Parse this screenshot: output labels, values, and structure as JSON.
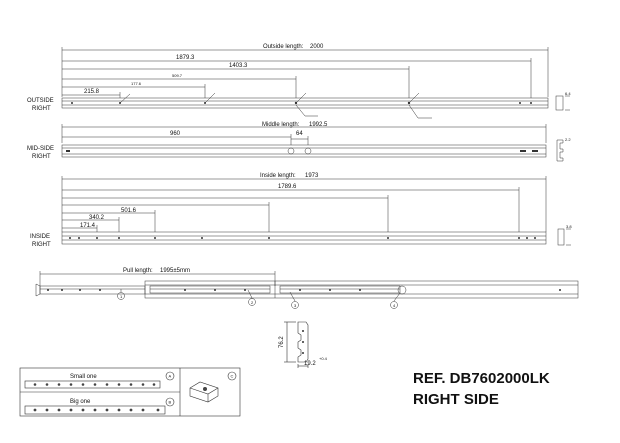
{
  "side_labels": {
    "outside": [
      "OUTSIDE",
      "RIGHT"
    ],
    "mid": [
      "MID-SIDE",
      "RIGHT"
    ],
    "inside": [
      "INSIDE",
      "RIGHT"
    ]
  },
  "outside": {
    "title_label": "Outside length:",
    "title_value": "2000",
    "dims": [
      "1879.3",
      "1403.3",
      "509.7",
      "177.6",
      "215.8"
    ],
    "detail": "6.4"
  },
  "mid": {
    "title_label": "Middle length:",
    "title_value": "1992.5",
    "dims": [
      "960",
      "64"
    ],
    "detail": "2.2"
  },
  "inside": {
    "title_label": "Inside length:",
    "title_value": "1973",
    "dims": [
      "1789.6",
      "501.6",
      "340.2",
      "171.4"
    ],
    "detail": "3.8"
  },
  "assembly": {
    "pull_label": "Pull length:",
    "pull_value": "1995±5mm",
    "callouts": [
      "1",
      "2",
      "3",
      "4"
    ]
  },
  "profile": {
    "height": "76.2",
    "width": "19.2",
    "tol": "+0.4"
  },
  "legend": {
    "small": "Small one",
    "big": "Big one",
    "marks": [
      "A",
      "B",
      "C"
    ]
  },
  "ref_title": "REF. DB7602000LK",
  "side_title": "RIGHT SIDE"
}
